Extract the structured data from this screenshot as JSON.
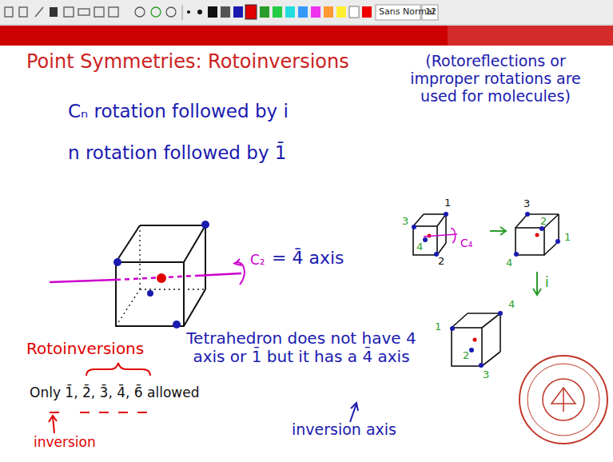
{
  "diagram": {
    "title": "Point Symmetries: Rotoinversions",
    "labels": [
      "Sans Normal",
      "12",
      "(Rotoreflections or improper rotations are used for molecules)",
      "Cₙ rotation followed by i",
      "n rotation followed by 1̄",
      "C₂",
      "= 4̄ axis",
      "1",
      "3",
      "4",
      "2",
      "C₄",
      "3",
      "2",
      "1",
      "4",
      "i",
      "4",
      "1",
      "2",
      "3",
      "Rotoinversions",
      "Only 1̄, 2̄, 3̄, 4̄, 6̄ allowed",
      "inversion",
      "Tetrahedron does not have 4 axis or 1̄ but it has a 4̄ axis",
      "inversion axis"
    ]
  }
}
